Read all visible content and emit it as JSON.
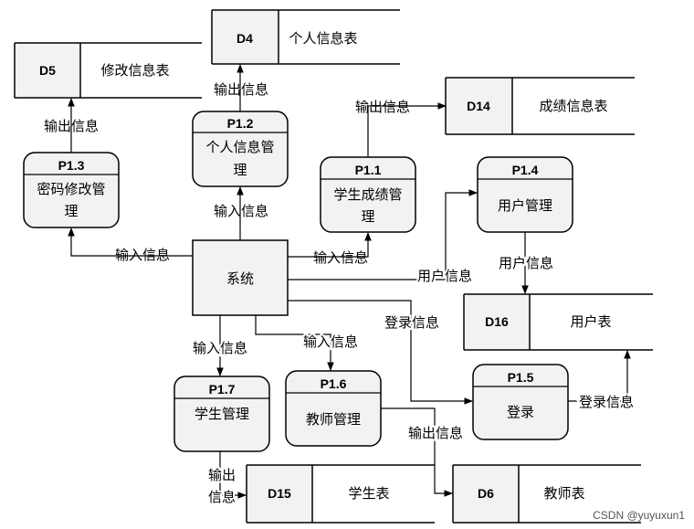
{
  "stores": {
    "d4": {
      "id": "D4",
      "name": "个人信息表"
    },
    "d5": {
      "id": "D5",
      "name": "修改信息表"
    },
    "d14": {
      "id": "D14",
      "name": "成绩信息表"
    },
    "d16": {
      "id": "D16",
      "name": "用户表"
    },
    "d15": {
      "id": "D15",
      "name": "学生表"
    },
    "d6": {
      "id": "D6",
      "name": "教师表"
    }
  },
  "processes": {
    "p12": {
      "id": "P1.2",
      "line1": "个人信息管",
      "line2": "理"
    },
    "p13": {
      "id": "P1.3",
      "line1": "密码修改管",
      "line2": "理"
    },
    "p11": {
      "id": "P1.1",
      "line1": "学生成绩管",
      "line2": "理"
    },
    "p14": {
      "id": "P1.4",
      "line1": "用户管理"
    },
    "p15": {
      "id": "P1.5",
      "line1": "登录"
    },
    "p16": {
      "id": "P1.6",
      "line1": "教师管理"
    },
    "p17": {
      "id": "P1.7",
      "line1": "学生管理"
    }
  },
  "system": {
    "label": "系统"
  },
  "flows": {
    "out_d5": "输出信息",
    "out_d4": "输出信息",
    "out_d14": "输出信息",
    "in_p12": "输入信息",
    "in_p13": "输入信息",
    "in_p11": "输入信息",
    "user_info_sys": "用户信息",
    "user_info_p14": "用户信息",
    "login_info_sys": "登录信息",
    "login_info_d16": "登录信息",
    "in_p17": "输入信息",
    "in_p16": "输入信息",
    "out_p17_a": "输出",
    "out_p17_b": "信息",
    "out_p16": "输出信息"
  },
  "watermark": "CSDN @yuyuxun1"
}
